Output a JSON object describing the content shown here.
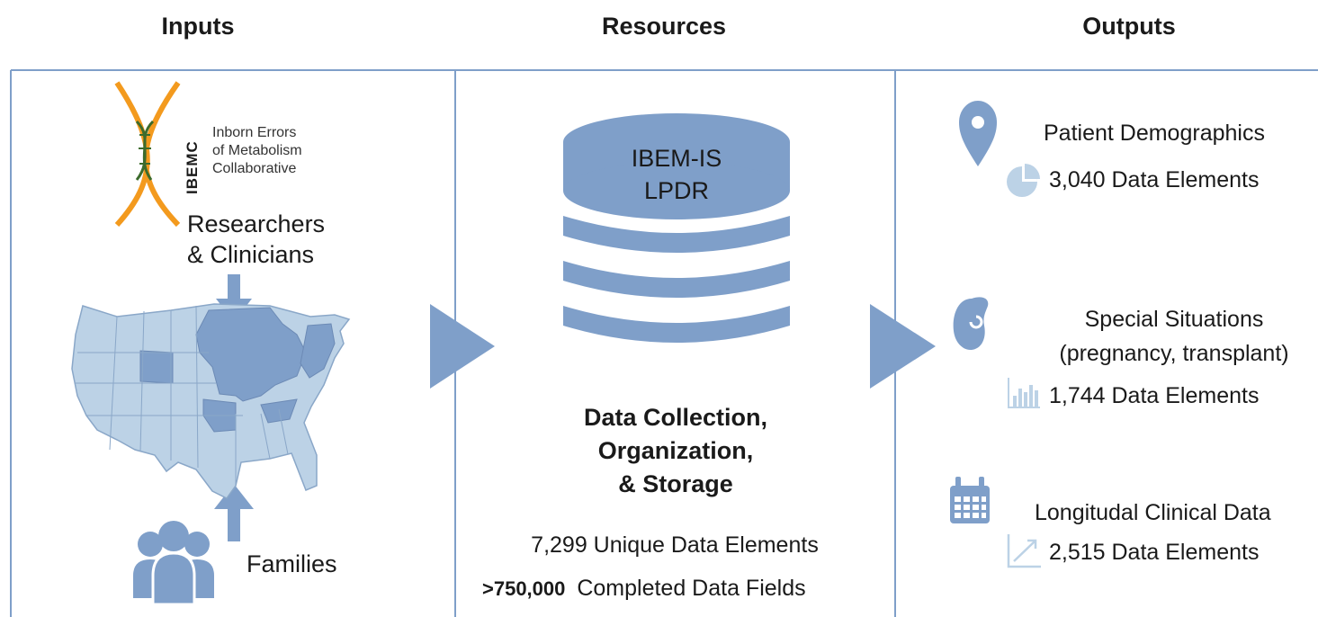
{
  "columns": {
    "inputs": "Inputs",
    "resources": "Resources",
    "outputs": "Outputs"
  },
  "inputs": {
    "logo_acronym": "IBEMC",
    "logo_line1": "Inborn Errors",
    "logo_line2": "of Metabolism",
    "logo_line3": "Collaborative",
    "researchers_line1": "Researchers",
    "researchers_line2": "& Clinicians",
    "families": "Families"
  },
  "resources": {
    "db_line1": "IBEM-IS",
    "db_line2": "LPDR",
    "process_line1": "Data Collection,",
    "process_line2": "Organization,",
    "process_line3": "& Storage",
    "unique_elements": "7,299 Unique Data Elements",
    "completed_prefix": ">750,000",
    "completed_suffix": "Completed Data Fields"
  },
  "outputs": [
    {
      "title": "Patient Demographics",
      "subtitle": "",
      "count": "3,040 Data Elements",
      "icon": "location-pin-icon",
      "sub_icon": "pie-chart-icon"
    },
    {
      "title": "Special Situations",
      "subtitle": "(pregnancy, transplant)",
      "count": "1,744 Data Elements",
      "icon": "kidney-icon",
      "sub_icon": "bar-chart-icon"
    },
    {
      "title": "Longitudal Clinical Data",
      "subtitle": "",
      "count": "2,515 Data Elements",
      "icon": "calendar-icon",
      "sub_icon": "trend-chart-icon"
    }
  ],
  "colors": {
    "accent": "#7f9fc9",
    "dark_accent": "#6f8fbf",
    "map_light": "#bcd2e6",
    "map_dark": "#7f9fc9",
    "logo_orange": "#f39a1e"
  }
}
